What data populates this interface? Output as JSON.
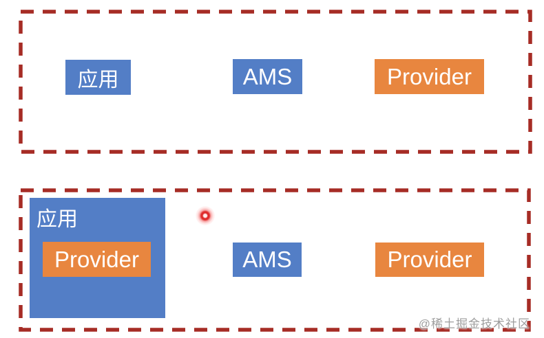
{
  "colors": {
    "box_blue": "#537ec6",
    "box_orange": "#e8863f",
    "frame_red": "#a62c25",
    "watermark_gray": "#9e9e9e",
    "laser_red": "#df2b2b"
  },
  "top_group": {
    "app_label": "应用",
    "ams_label": "AMS",
    "provider_label": "Provider"
  },
  "bottom_group": {
    "app_label": "应用",
    "inner_provider_label": "Provider",
    "ams_label": "AMS",
    "provider_label": "Provider"
  },
  "watermark": "@稀土掘金技术社区"
}
